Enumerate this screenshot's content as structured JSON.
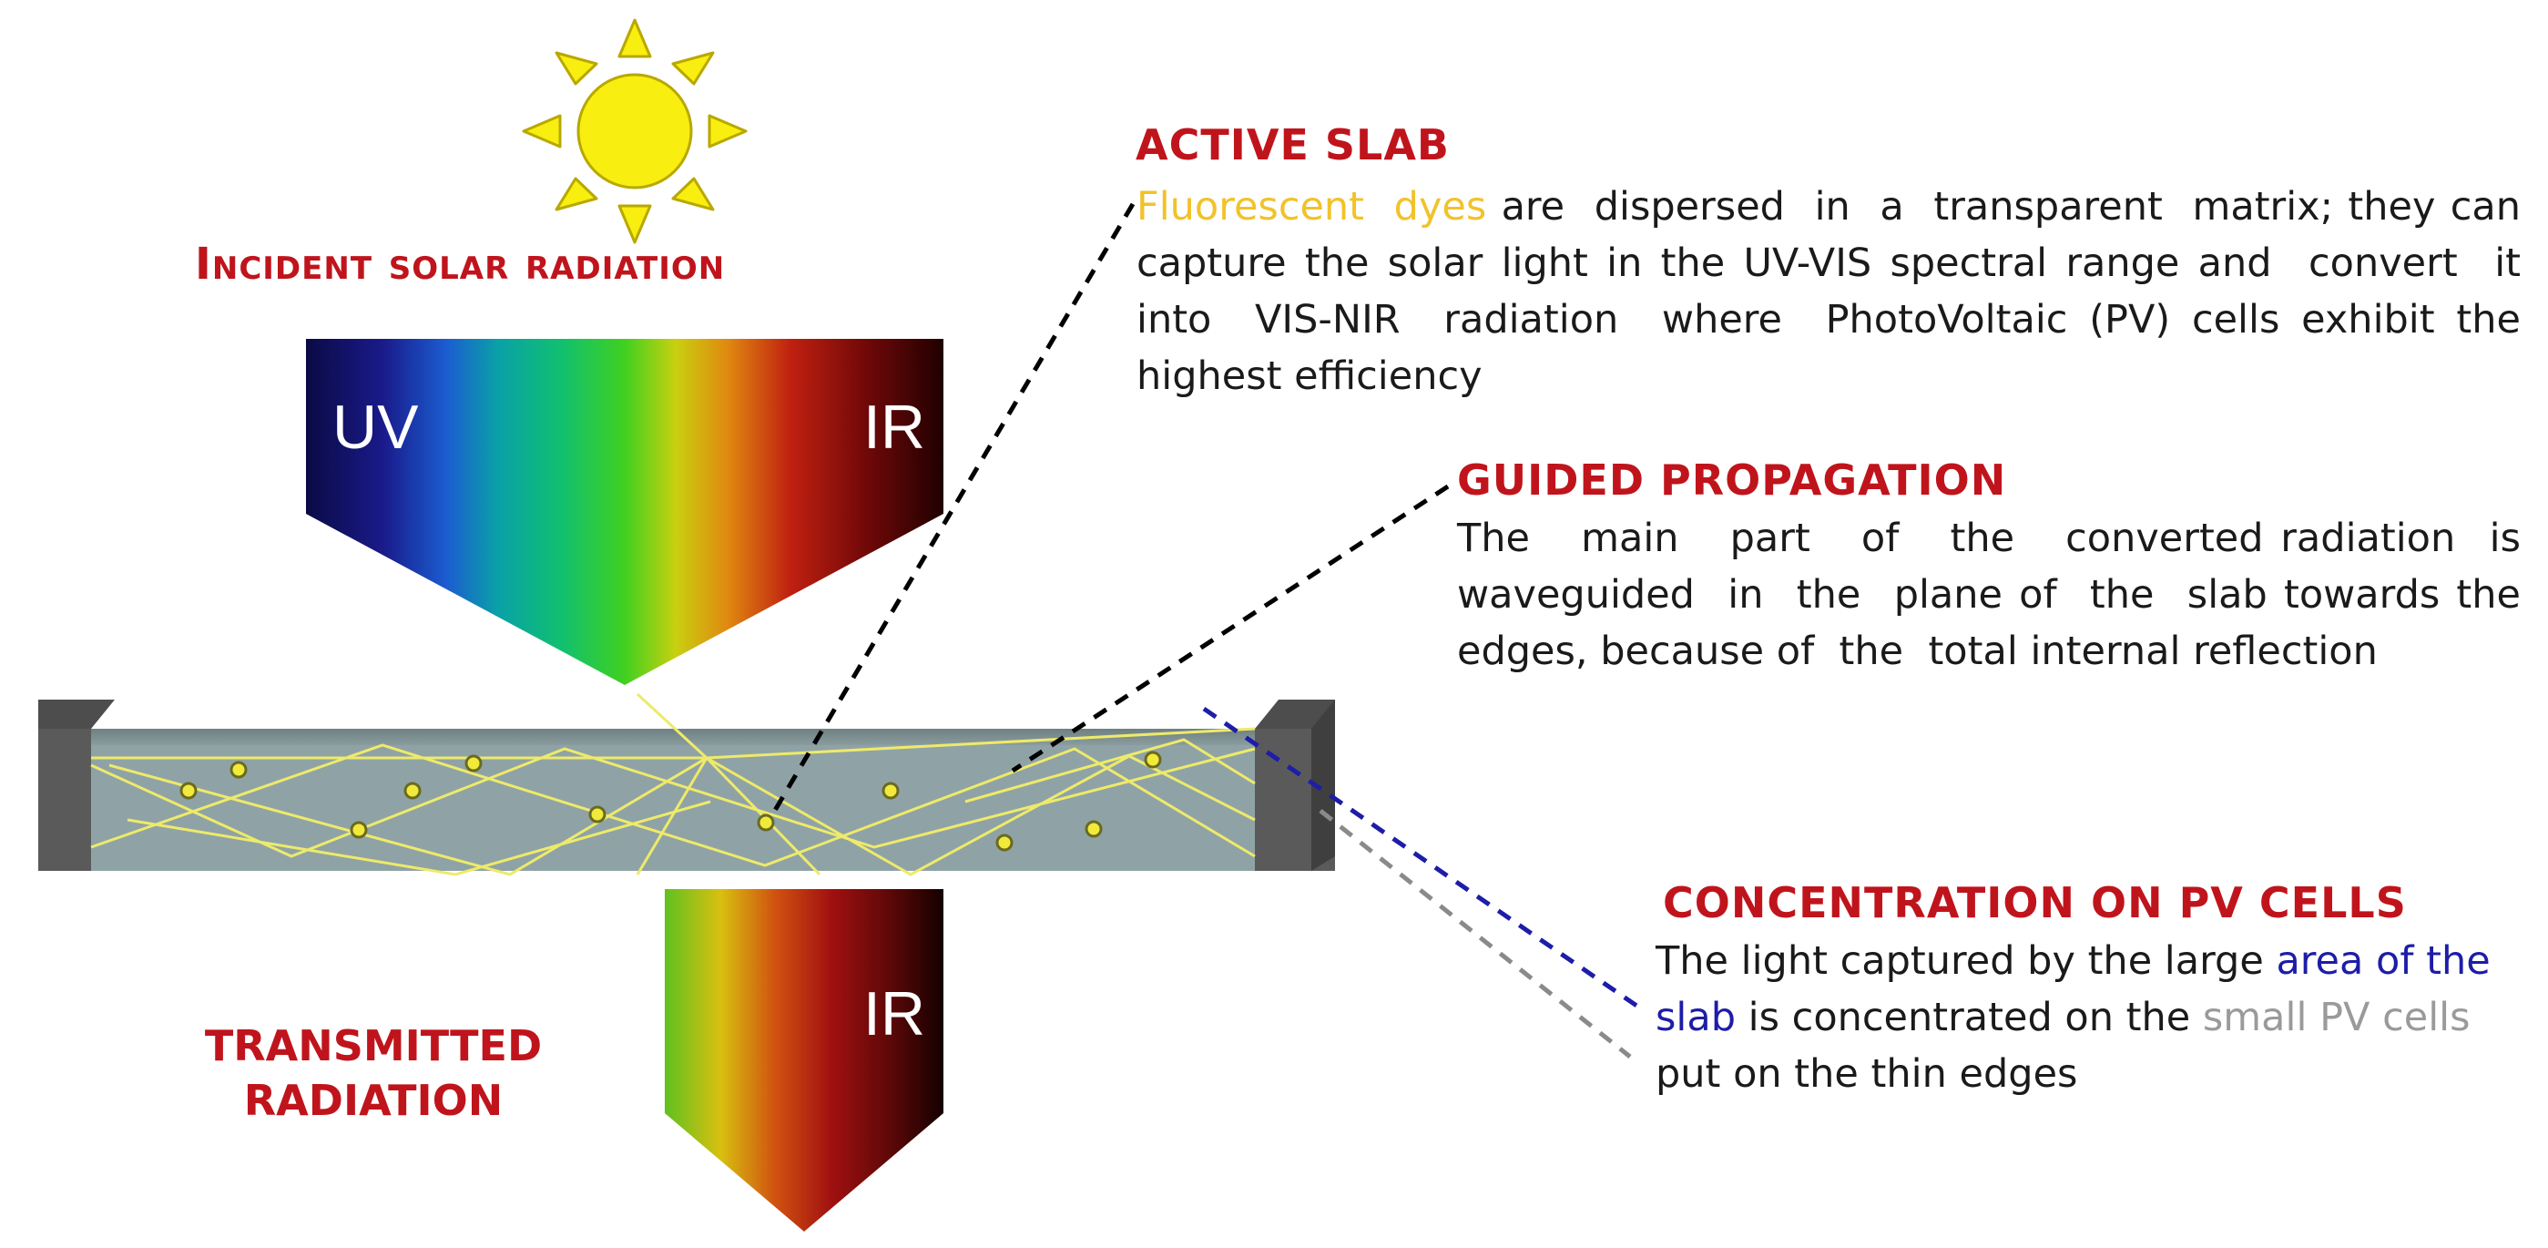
{
  "incident": {
    "title": "Incident solar radiation"
  },
  "spectrum_top": {
    "left_label": "UV",
    "right_label": "IR"
  },
  "spectrum_bottom": {
    "label": "IR"
  },
  "transmitted": {
    "line1": "TRANSMITTED",
    "line2": "RADIATION"
  },
  "active_slab": {
    "title": "ACTIVE SLAB",
    "highlight": "Fluorescent  dyes",
    "rest": " are  dispersed  in  a  transparent  matrix; they can capture the solar light in the UV-VIS spectral range and  convert  it  into  VIS-NIR  radiation  where  PhotoVoltaic (PV) cells exhibit the highest efficiency"
  },
  "guided": {
    "title": "GUIDED PROPAGATION",
    "text": "The   main   part   of   the   converted radiation  is waveguided  in  the  plane of  the  slab towards the edges, because of  the  total internal reflection"
  },
  "concentration": {
    "title": "CONCENTRATION ON PV CELLS",
    "t1": "The light captured by the large ",
    "t_blue": "area of the slab",
    "t2": " is concentrated on the ",
    "t_gray": "small PV cells",
    "t3": " put on the thin edges"
  },
  "colors": {
    "title_red": "#c0141c",
    "sun_yellow": "#f8ee10",
    "slab_face": "#8fa3a6",
    "edge_cell": "#5a5a5a",
    "dye_yellow": "#f2ea3a",
    "blue_leader": "#1d1da8",
    "gray_leader": "#8a8a8a"
  },
  "icons": [
    "sun-icon"
  ]
}
